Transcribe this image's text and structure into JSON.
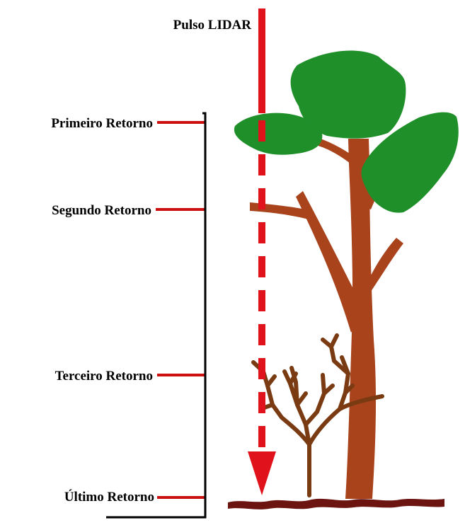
{
  "diagram": {
    "title": "Pulso LIDAR",
    "returns": [
      {
        "label": "Primeiro Retorno"
      },
      {
        "label": "Segundo Retorno"
      },
      {
        "label": "Terceiro Retorno"
      },
      {
        "label": "Último Retorno"
      }
    ]
  },
  "colors": {
    "pulse": "#e0121b",
    "marker": "#cc1010",
    "foliage": "#1f8f2a",
    "trunk": "#a8431c",
    "shrub": "#7a3a12",
    "ground": "#6b1410",
    "bracket": "#000000"
  }
}
